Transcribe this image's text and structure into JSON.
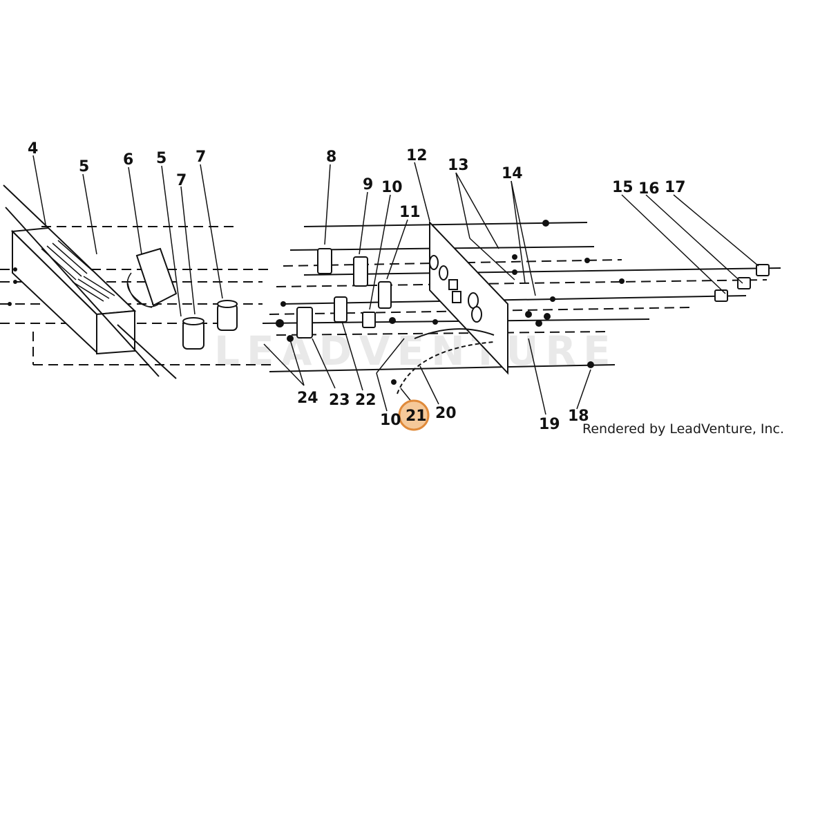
{
  "callouts": [
    {
      "id": "4",
      "label": "4"
    },
    {
      "id": "5a",
      "label": "5"
    },
    {
      "id": "6",
      "label": "6"
    },
    {
      "id": "5b",
      "label": "5"
    },
    {
      "id": "7a",
      "label": "7"
    },
    {
      "id": "7b",
      "label": "7"
    },
    {
      "id": "8",
      "label": "8"
    },
    {
      "id": "9",
      "label": "9"
    },
    {
      "id": "10a",
      "label": "10"
    },
    {
      "id": "11",
      "label": "11"
    },
    {
      "id": "12",
      "label": "12"
    },
    {
      "id": "13",
      "label": "13"
    },
    {
      "id": "14",
      "label": "14"
    },
    {
      "id": "15",
      "label": "15"
    },
    {
      "id": "16",
      "label": "16"
    },
    {
      "id": "17",
      "label": "17"
    },
    {
      "id": "24",
      "label": "24"
    },
    {
      "id": "23",
      "label": "23"
    },
    {
      "id": "22",
      "label": "22"
    },
    {
      "id": "10b",
      "label": "10"
    },
    {
      "id": "21",
      "label": "21",
      "highlighted": true
    },
    {
      "id": "20",
      "label": "20"
    },
    {
      "id": "19",
      "label": "19"
    },
    {
      "id": "18",
      "label": "18"
    }
  ],
  "credit": "Rendered by LeadVenture, Inc.",
  "watermark": "LEADVENTURE",
  "colors": {
    "highlight_fill": "#f5c99a",
    "highlight_stroke": "#e08a3a",
    "ink": "#111111"
  }
}
